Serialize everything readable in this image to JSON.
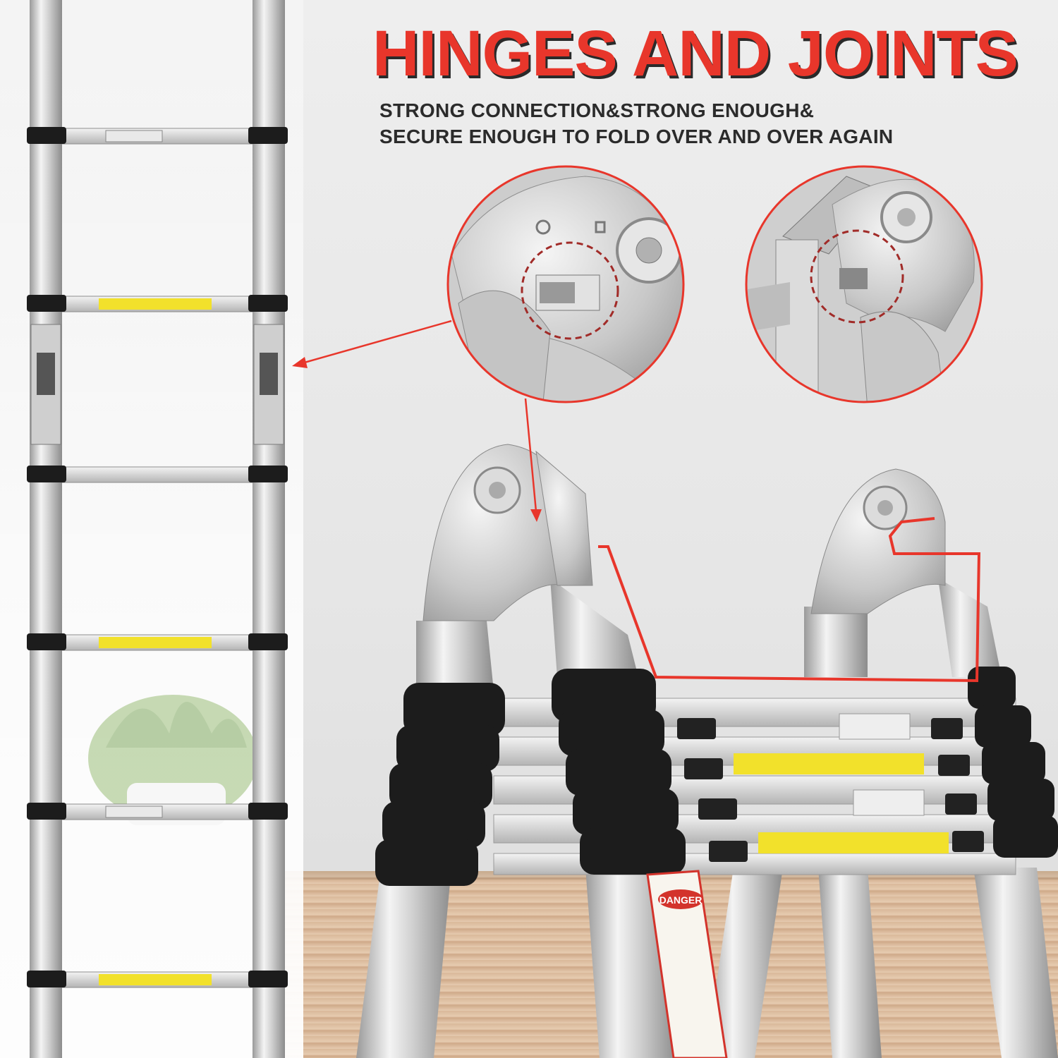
{
  "headline": "HINGES AND JOINTS",
  "subtitle": {
    "line1": "STRONG CONNECTION&STRONG ENOUGH&",
    "line2": "SECURE ENOUGH TO FOLD OVER AND OVER AGAIN"
  },
  "colors": {
    "accent": "#e8362b",
    "text": "#2b2b2b",
    "rung_label": "#f2e12b",
    "foam_black": "#1c1c1c"
  },
  "label_texts": {
    "danger": "DANGER"
  }
}
